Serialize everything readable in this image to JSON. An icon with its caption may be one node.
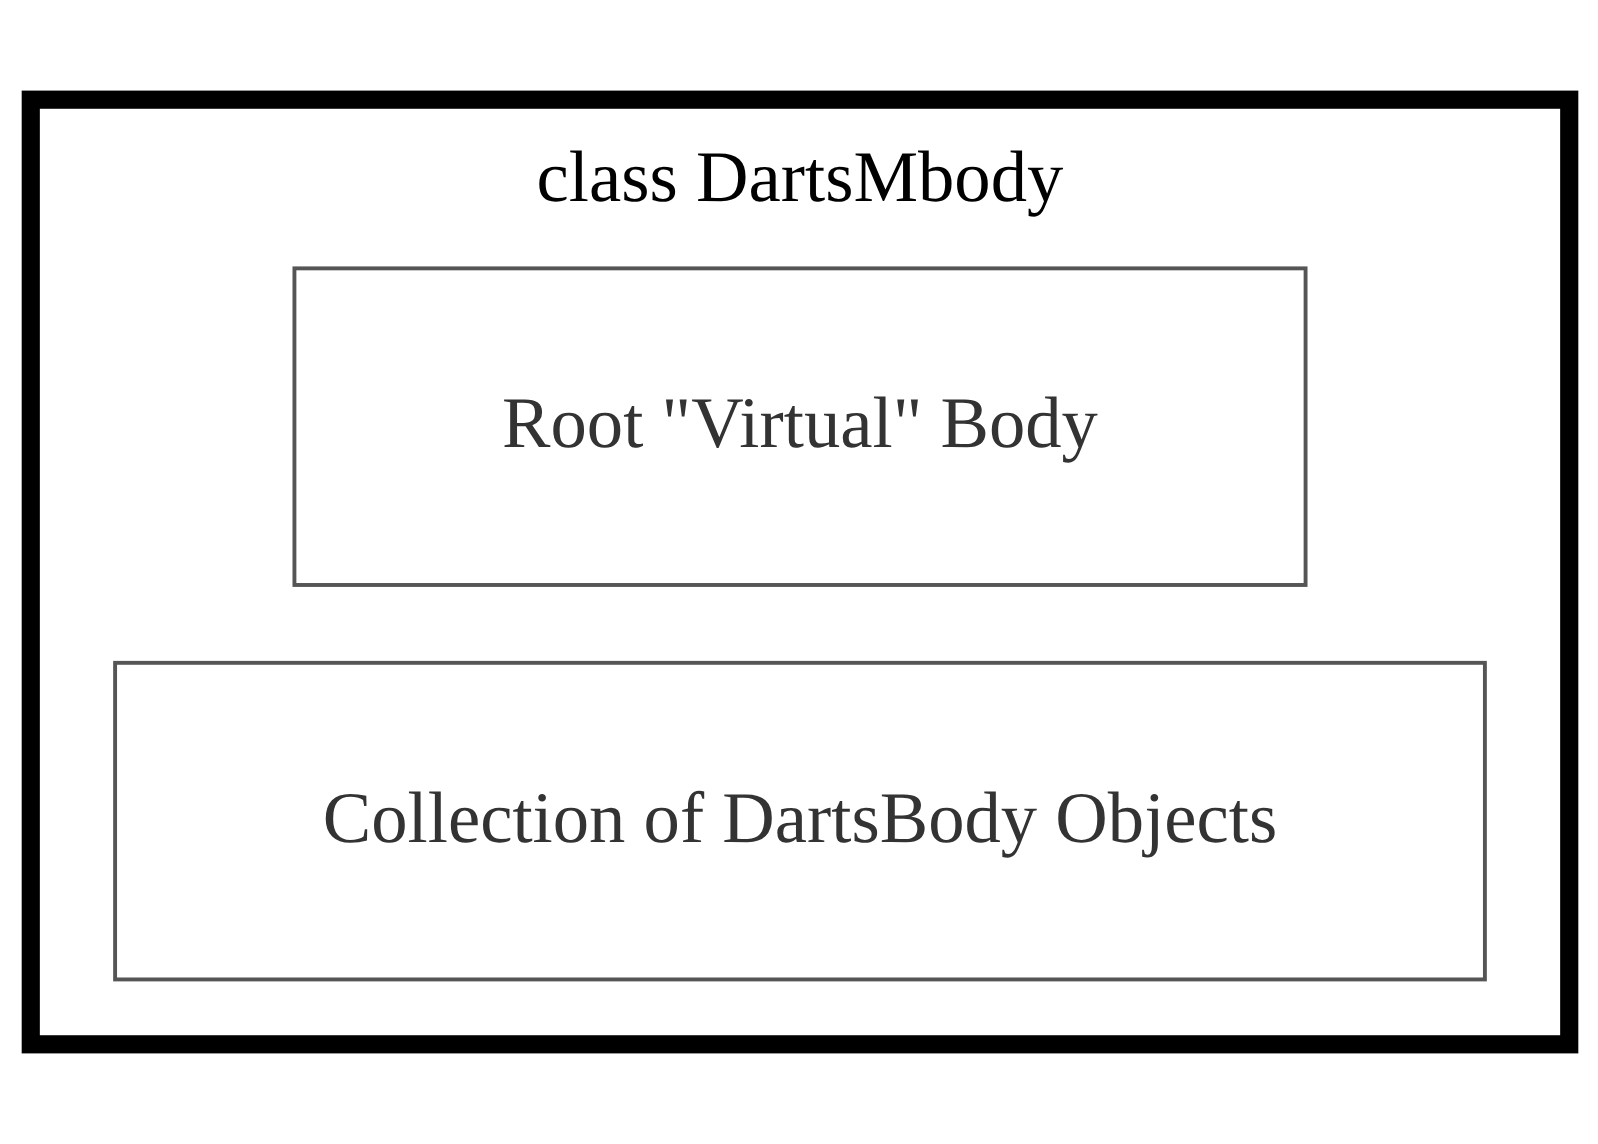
{
  "diagram": {
    "nodes": [
      {
        "text": [
          "class DartsMbody"
        ]
      },
      {
        "text": [
          "Root \"Virtual\" Body"
        ],
        "in": 0
      },
      {
        "text": [
          "Collection of DartsBody Objects"
        ],
        "in": 0
      }
    ]
  }
}
